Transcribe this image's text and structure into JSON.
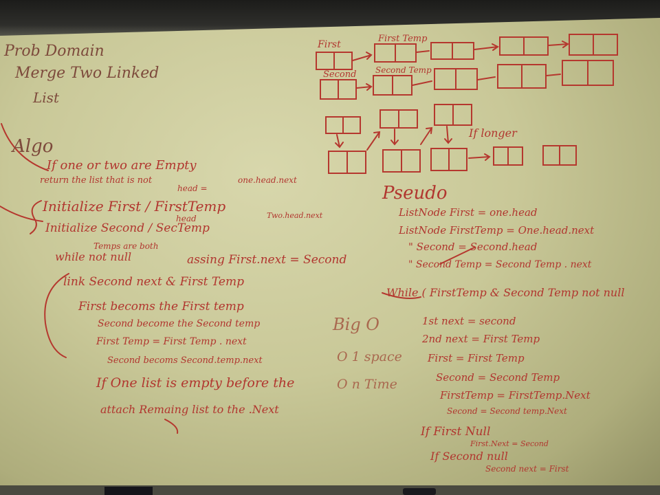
{
  "left_notes": {
    "title": [
      "Prob Domain",
      "Merge Two Linked",
      "List"
    ],
    "algo": "Algo",
    "lines": [
      "If  one  or two are Empty",
      "return  the  list  that is not",
      "head =",
      "one.head.next",
      "Initialize  First / FirstTemp",
      "head",
      "Two.head.next",
      "Initialize  Second / SecTemp",
      "Temps are both",
      "while  not null",
      "assing  First.next = Second",
      "link   Second next  & First Temp",
      "First becoms  the  First temp",
      "Second become the Second temp",
      "First Temp = First Temp . next",
      "Second  becoms  Second.temp.next",
      "If  One list is empty before the",
      "attach Remaing  list to the .Next"
    ]
  },
  "diagram": {
    "labels": [
      "First",
      "First Temp",
      "Second",
      "Second Temp",
      "If longer"
    ]
  },
  "big_o": {
    "title": "Big O",
    "space": "O 1 space",
    "time": "O n Time"
  },
  "pseudo": {
    "title": "Pseudo",
    "lines": [
      "ListNode  First  =  one.head",
      "ListNode  FirstTemp = One.head.next",
      "\"     Second  =  Second.head",
      "\"     Second Temp = Second Temp . next",
      "While  (  FirstTemp  &  Second Temp not null",
      "1st next  =  second",
      "2nd next  =   First Temp",
      "First  =  First Temp",
      "Second  =  Second Temp",
      "FirstTemp  =  FirstTemp.Next",
      "Second  =  Second temp.Next",
      "If     First Null",
      "First.Next = Second",
      "If     Second null",
      "Second next  =  First"
    ]
  }
}
